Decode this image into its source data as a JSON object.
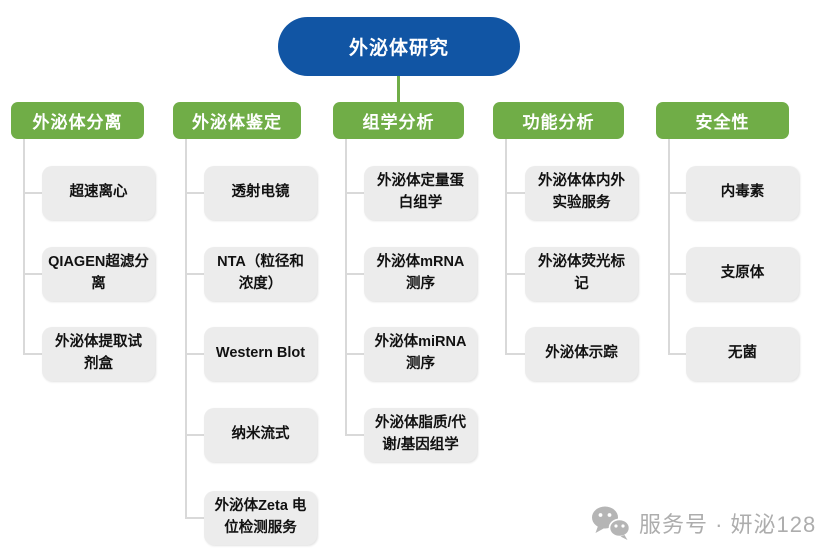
{
  "root": {
    "label": "外泌体研究"
  },
  "columns": [
    {
      "label": "外泌体分离",
      "children": [
        "超速离心",
        "QIAGEN超滤分离",
        "外泌体提取试剂盒"
      ]
    },
    {
      "label": "外泌体鉴定",
      "children": [
        "透射电镜",
        "NTA（粒径和浓度）",
        "Western Blot",
        "纳米流式",
        "外泌体Zeta 电位检测服务"
      ]
    },
    {
      "label": "组学分析",
      "children": [
        "外泌体定量蛋白组学",
        "外泌体mRNA测序",
        "外泌体miRNA测序",
        "外泌体脂质/代谢/基因组学"
      ]
    },
    {
      "label": "功能分析",
      "children": [
        "外泌体体内外实验服务",
        "外泌体荧光标记",
        "外泌体示踪"
      ]
    },
    {
      "label": "安全性",
      "children": [
        "内毒素",
        "支原体",
        "无菌"
      ]
    }
  ],
  "watermark": {
    "icon": "wechat-official-account",
    "label": "服务号 · 妍泌128"
  },
  "colors": {
    "root_bg": "#1155A4",
    "category_bg": "#70AD47",
    "child_bg": "#ECECEC",
    "connector": "#D9D9D9",
    "root_connector": "#70AD47",
    "watermark_text": "#ADADAD"
  }
}
